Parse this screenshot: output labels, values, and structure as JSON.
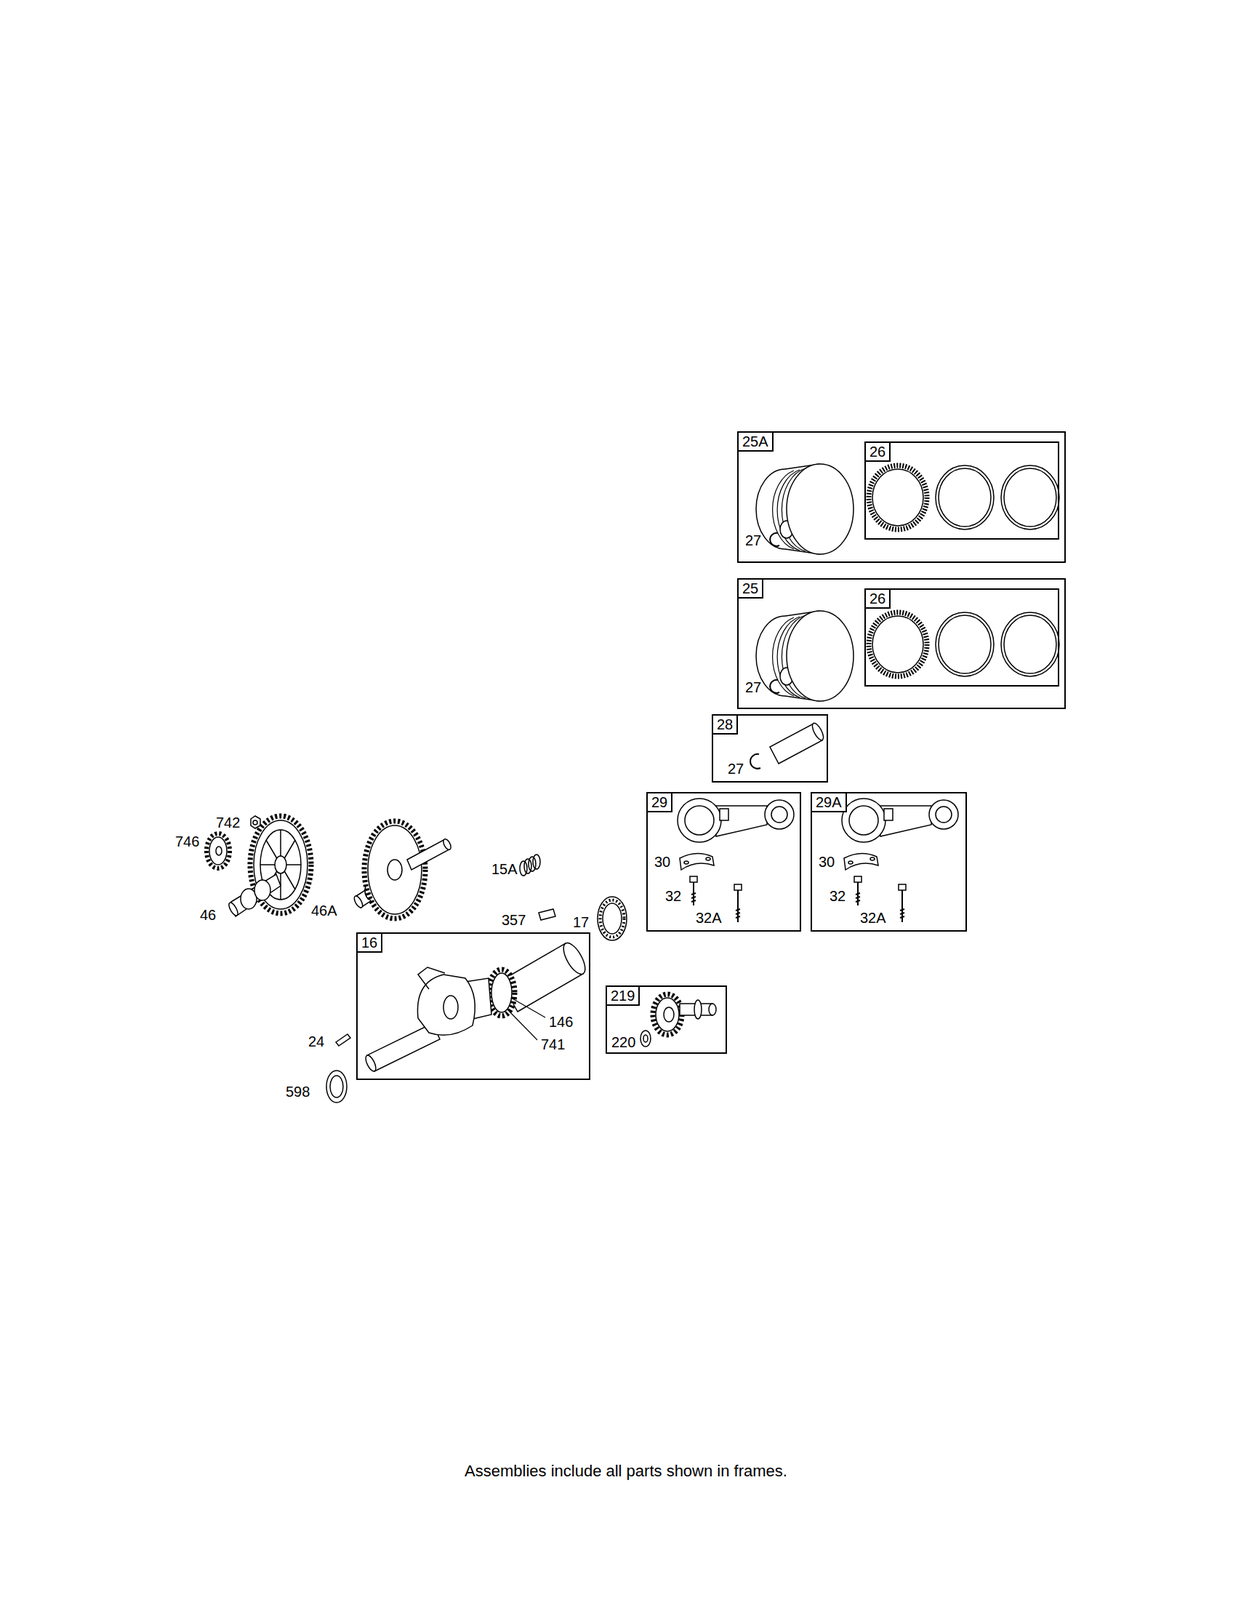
{
  "diagram": {
    "caption": "Assemblies include all parts shown in frames.",
    "nodes": [
      {
        "text": [
          "25A",
          "27"
        ]
      },
      {
        "text": [
          "26"
        ],
        "in": 0
      },
      {
        "text": [
          "25",
          "27"
        ]
      },
      {
        "text": [
          "26"
        ],
        "in": 2
      },
      {
        "text": [
          "28",
          "27"
        ]
      },
      {
        "text": [
          "29",
          "30",
          "32",
          "32A"
        ]
      },
      {
        "text": [
          "29A",
          "30",
          "32",
          "32A"
        ]
      },
      {
        "text": [
          "16",
          "146",
          "741"
        ]
      },
      {
        "text": [
          "219",
          "220"
        ]
      }
    ],
    "labels": [
      "742",
      "746",
      "46",
      "46A",
      "15A",
      "357",
      "17",
      "24",
      "598"
    ]
  }
}
